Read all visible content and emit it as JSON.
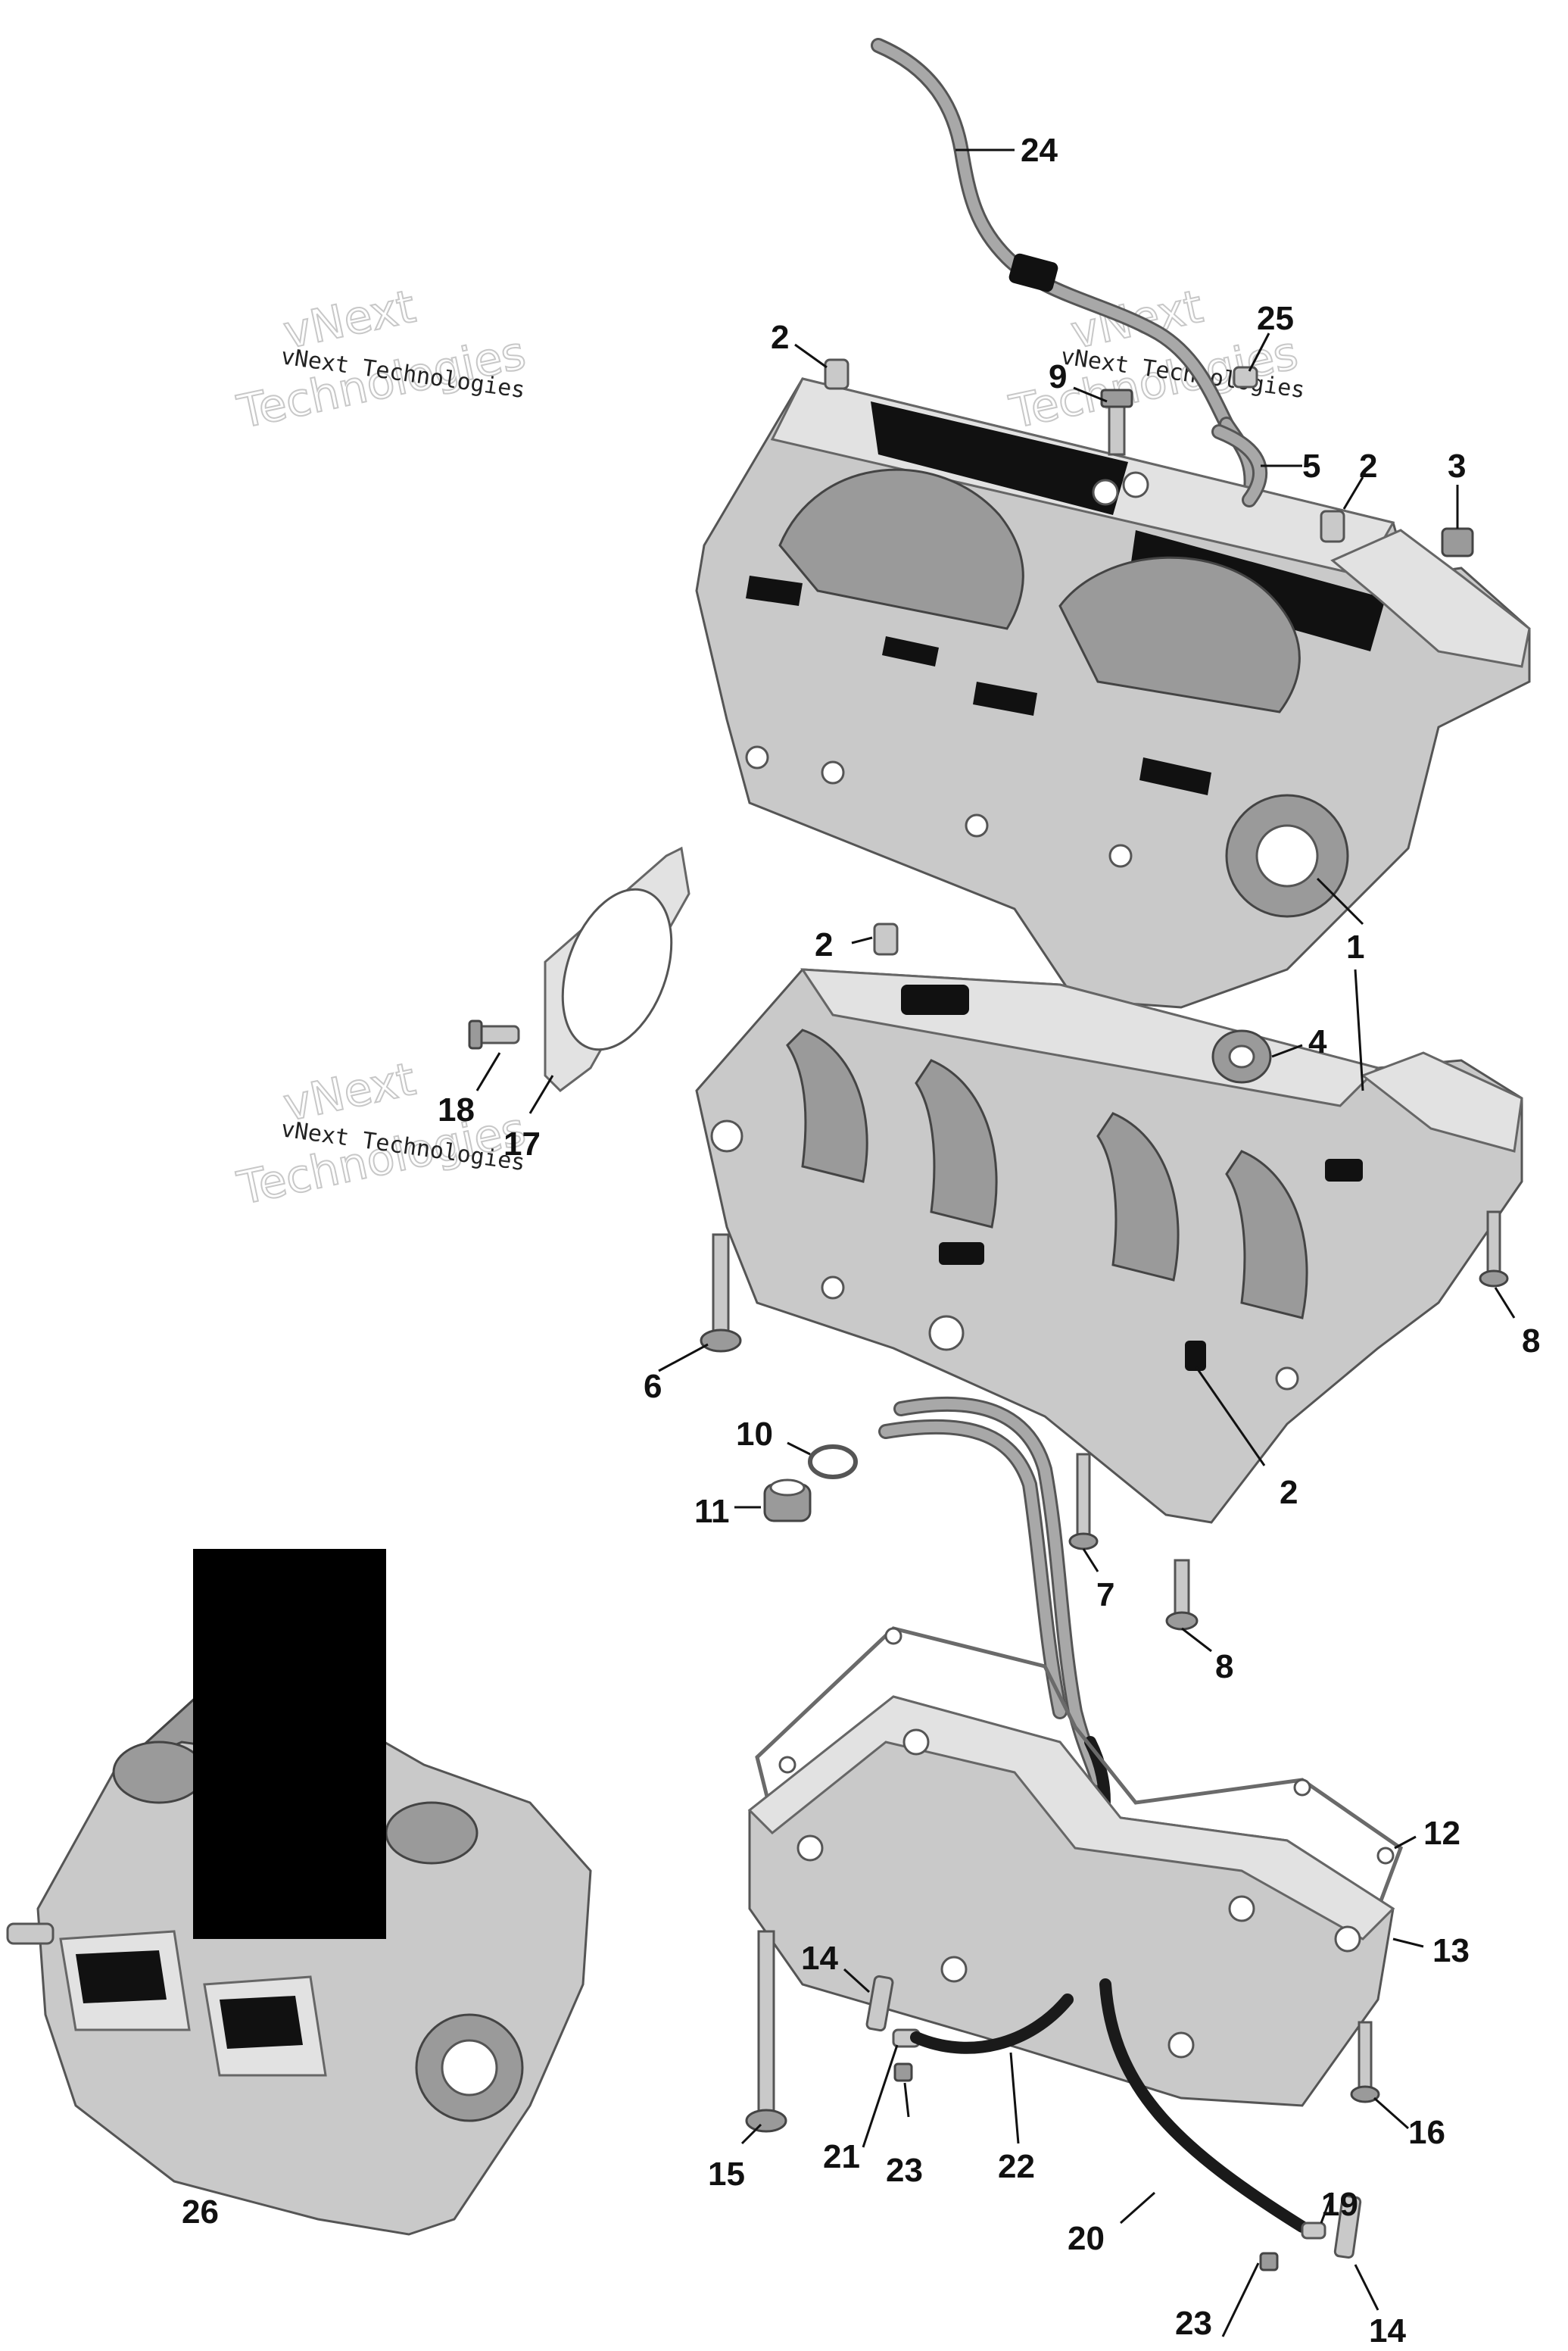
{
  "watermark": {
    "line1": "vNext Technologies",
    "line2": "Technologies",
    "line3": "vNext"
  },
  "callouts": [
    "1",
    "2",
    "3",
    "4",
    "5",
    "6",
    "7",
    "8",
    "9",
    "10",
    "11",
    "12",
    "13",
    "14",
    "15",
    "16",
    "17",
    "18",
    "19",
    "20",
    "21",
    "22",
    "23",
    "24",
    "25",
    "26"
  ],
  "colors": {
    "metal": "#c9c9c9",
    "outline": "#555555",
    "gasket_black": "#111111",
    "label": "#111111"
  }
}
